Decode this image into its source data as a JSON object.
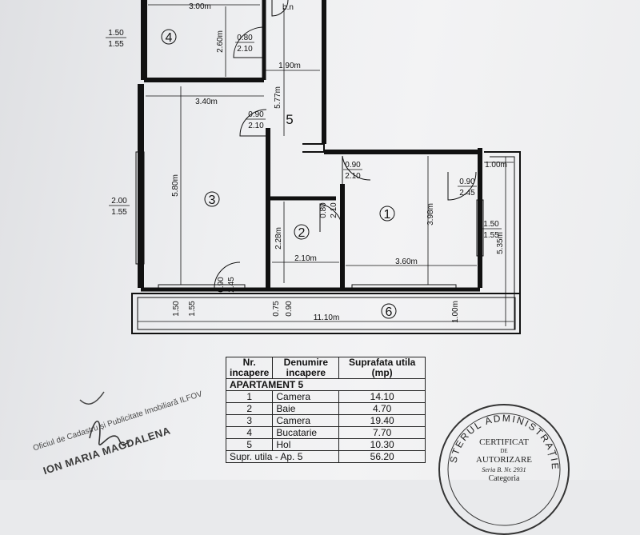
{
  "floor_plan": {
    "dimensions": {
      "d300": "3.00m",
      "d260": "2.60m",
      "d190": "1.90m",
      "d577": "5.77m",
      "d340": "3.40m",
      "d580": "5.80m",
      "d228": "2.28m",
      "d210": "2.10m",
      "d398": "3.98m",
      "d360": "3.60m",
      "d100a": "1.00m",
      "d535": "5.35m",
      "d1110": "11.10m",
      "d100b": "1.00m"
    },
    "openings": {
      "o1_top": "1.50",
      "o1_bot": "1.55",
      "o2_top": "2.00",
      "o2_bot": "1.55",
      "o3_top": "1.50",
      "o3_bot": "1.55",
      "o4_top": "1.50",
      "o4_bot": "1.55",
      "o5_top": "0.75",
      "o5_bot": "0.90"
    },
    "doors": {
      "d_bath_top": "0.80",
      "d_bath_bot": "2.10",
      "d_hol_top": "0.90",
      "d_hol_bot": "2.10",
      "d_bucatarie_top": "0.80",
      "d_bucatarie_bot": "2.10",
      "d_camera3_top": "0.90",
      "d_camera3_bot": "2.10",
      "d_camera1_top": "0.90",
      "d_camera1_bot": "2.45",
      "d_balcon_top": "0.90",
      "d_balcon_bot": "2.45"
    },
    "rooms": {
      "r1": "1",
      "r2": "2",
      "r3": "3",
      "r4": "4",
      "r5": "5",
      "r6": "6"
    },
    "top_door_label": "b.n"
  },
  "table": {
    "headers": [
      "Nr. incapere",
      "Denumire incapere",
      "Suprafata utila (mp)"
    ],
    "apartment_label": "APARTAMENT 5",
    "rows": [
      {
        "nr": "1",
        "name": "Camera",
        "area": "14.10"
      },
      {
        "nr": "2",
        "name": "Baie",
        "area": "4.70"
      },
      {
        "nr": "3",
        "name": "Camera",
        "area": "19.40"
      },
      {
        "nr": "4",
        "name": "Bucatarie",
        "area": "7.70"
      },
      {
        "nr": "5",
        "name": "Hol",
        "area": "10.30"
      }
    ],
    "total_label": "Supr. utila - Ap. 5",
    "total_value": "56.20"
  },
  "stamps": {
    "ocpi_text": "Oficiul de Cadastru și Publicitate Imobiliară ILFOV",
    "name_text": "ION MARIA MAGDALENA",
    "cert_ring": "STERUL ADMINISTRAȚIEI",
    "cert_l1": "CERTIFICAT",
    "cert_l2": "DE",
    "cert_l3": "AUTORIZARE",
    "cert_l4": "Seria B. Nr. 2931",
    "cert_l5": "Categoria"
  },
  "colors": {
    "ink": "#111111",
    "paper": "#eeeff1"
  }
}
